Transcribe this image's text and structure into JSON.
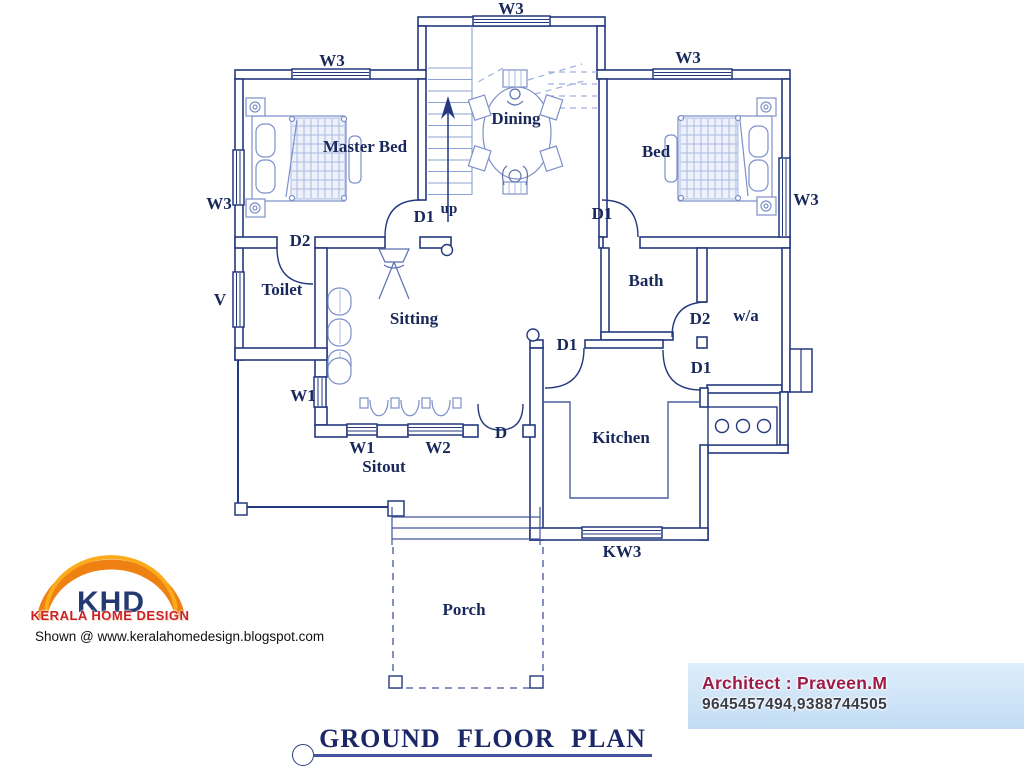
{
  "labels": {
    "window_w3": "W3",
    "window_w1": "W1",
    "window_w2": "W2",
    "window_kw3": "KW3",
    "vent_v": "V",
    "door_d": "D",
    "door_d1": "D1",
    "door_d2": "D2",
    "stairs_up": "up"
  },
  "rooms": {
    "master_bed": "Master Bed",
    "dining": "Dining",
    "bed": "Bed",
    "toilet": "Toilet",
    "sitting": "Sitting",
    "bath": "Bath",
    "work_area": "w/a",
    "kitchen": "Kitchen",
    "sitout": "Sitout",
    "porch": "Porch"
  },
  "branding": {
    "logo_initials": "KHD",
    "logo_name": "KERALA HOME DESIGN",
    "shown_at": "Shown @  www.keralahomedesign.blogspot.com"
  },
  "architect": {
    "name_line": "Architect : Praveen.M",
    "phone_line": "9645457494,9388744505"
  },
  "title": "GROUND FLOOR PLAN",
  "colors": {
    "wall_ink": "#24397e",
    "furniture_ink": "#7d90c9",
    "label_ink": "#18285a",
    "brand_orange": "#f7941d",
    "brand_red": "#cc2027",
    "architect_text": "#9c1b44",
    "architect_bg": "#cfe4f7"
  }
}
